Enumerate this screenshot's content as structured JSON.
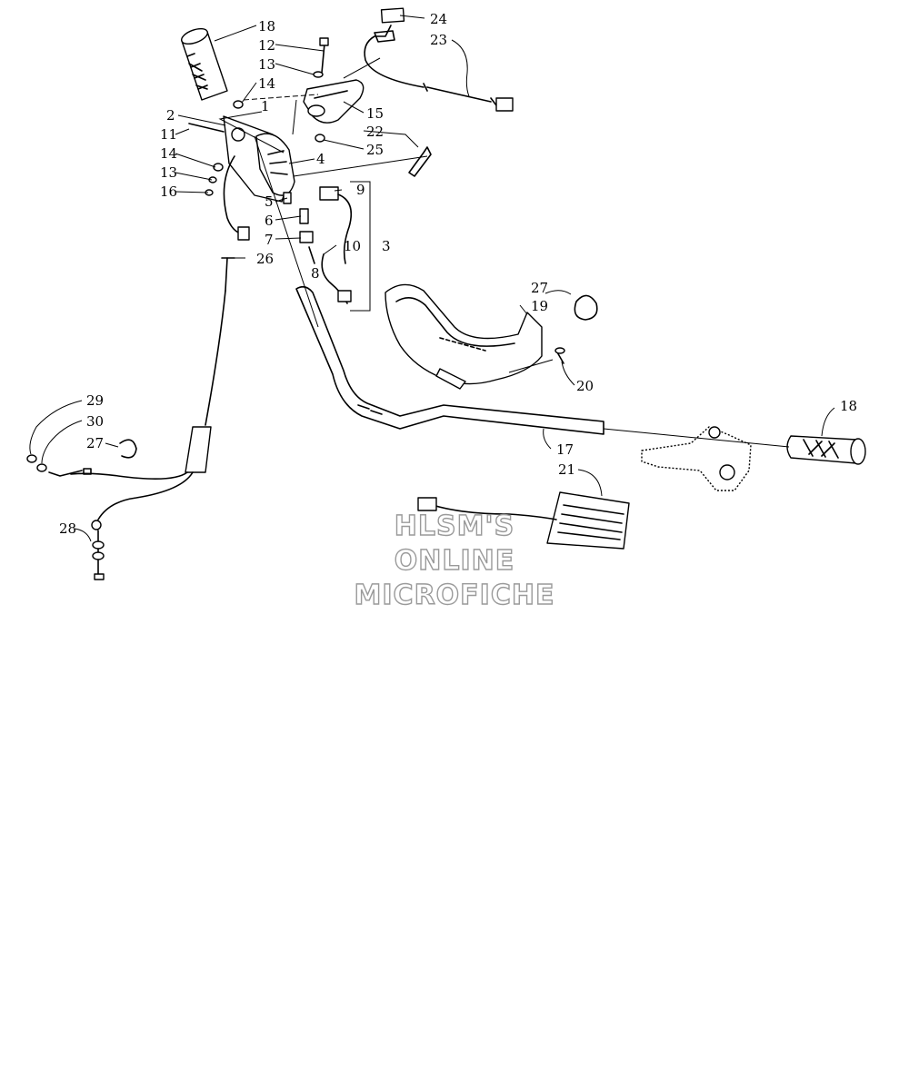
{
  "watermark": {
    "lines": [
      "HLSM'S",
      "ONLINE",
      "MICROFICHE"
    ]
  },
  "labels": [
    {
      "id": "18a",
      "text": "18"
    },
    {
      "id": "12",
      "text": "12"
    },
    {
      "id": "13a",
      "text": "13"
    },
    {
      "id": "14a",
      "text": "14"
    },
    {
      "id": "1",
      "text": "1"
    },
    {
      "id": "2",
      "text": "2"
    },
    {
      "id": "11",
      "text": "11"
    },
    {
      "id": "14b",
      "text": "14"
    },
    {
      "id": "13b",
      "text": "13"
    },
    {
      "id": "16",
      "text": "16"
    },
    {
      "id": "24",
      "text": "24"
    },
    {
      "id": "23",
      "text": "23"
    },
    {
      "id": "15",
      "text": "15"
    },
    {
      "id": "22",
      "text": "22"
    },
    {
      "id": "25",
      "text": "25"
    },
    {
      "id": "4",
      "text": "4"
    },
    {
      "id": "9",
      "text": "9"
    },
    {
      "id": "5",
      "text": "5"
    },
    {
      "id": "6",
      "text": "6"
    },
    {
      "id": "7",
      "text": "7"
    },
    {
      "id": "10",
      "text": "10"
    },
    {
      "id": "3",
      "text": "3"
    },
    {
      "id": "8",
      "text": "8"
    },
    {
      "id": "26",
      "text": "26"
    },
    {
      "id": "27a",
      "text": "27"
    },
    {
      "id": "19",
      "text": "19"
    },
    {
      "id": "20",
      "text": "20"
    },
    {
      "id": "18b",
      "text": "18"
    },
    {
      "id": "17",
      "text": "17"
    },
    {
      "id": "21",
      "text": "21"
    },
    {
      "id": "29",
      "text": "29"
    },
    {
      "id": "30",
      "text": "30"
    },
    {
      "id": "27b",
      "text": "27"
    },
    {
      "id": "28",
      "text": "28"
    }
  ]
}
